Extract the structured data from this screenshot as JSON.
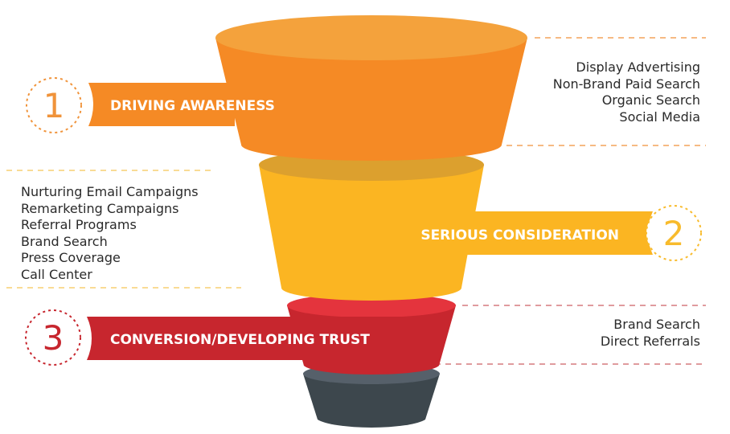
{
  "stages": [
    {
      "number": "1",
      "label": "DRIVING AWARENESS",
      "color": "#f58a25",
      "tactics": [
        "Display Advertising",
        "Non-Brand Paid Search",
        "Organic Search",
        "Social Media"
      ]
    },
    {
      "number": "2",
      "label": "SERIOUS CONSIDERATION",
      "color": "#fbb522",
      "tactics": [
        "Nurturing Email Campaigns",
        "Remarketing Campaigns",
        "Referral Programs",
        "Brand Search",
        "Press Coverage",
        "Call Center"
      ]
    },
    {
      "number": "3",
      "label": "CONVERSION/DEVELOPING TRUST",
      "color": "#c7262e",
      "tactics": [
        "Brand Search",
        "Direct Referrals"
      ]
    }
  ],
  "colors": {
    "orange": "#f58a25",
    "orange_top": "#f4a23c",
    "yellow": "#fbb522",
    "yellow_top": "#dca02e",
    "red": "#c7262e",
    "red_top": "#e4343d",
    "dark": "#3d474d",
    "dark_top": "#56606a",
    "dash_orange": "#f3a45a",
    "dash_yellow": "#f7cf72",
    "dash_red": "#d57a7e"
  },
  "icons": [
    "number-circle-icon"
  ]
}
